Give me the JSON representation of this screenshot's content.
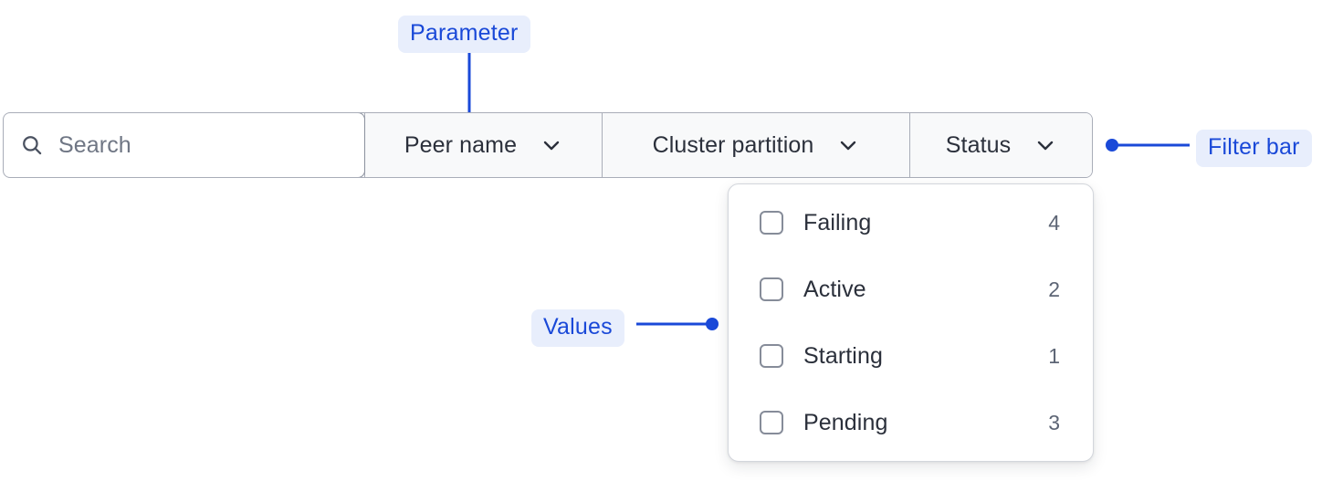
{
  "filter_bar": {
    "search": {
      "icon": "search-icon",
      "placeholder": "Search",
      "value": ""
    },
    "segments": [
      {
        "label": "Peer name",
        "icon": "chevron-down-icon",
        "expanded": false
      },
      {
        "label": "Cluster partition",
        "icon": "chevron-down-icon",
        "expanded": false
      },
      {
        "label": "Status",
        "icon": "chevron-down-icon",
        "expanded": true
      }
    ]
  },
  "values_panel": {
    "owner": "Status",
    "items": [
      {
        "label": "Failing",
        "count": "4",
        "checked": false
      },
      {
        "label": "Active",
        "count": "2",
        "checked": false
      },
      {
        "label": "Starting",
        "count": "1",
        "checked": false
      },
      {
        "label": "Pending",
        "count": "3",
        "checked": false
      }
    ]
  },
  "annotations": [
    {
      "label": "Parameter",
      "target": "peer-name-segment"
    },
    {
      "label": "Values",
      "target": "values-panel"
    },
    {
      "label": "Filter bar",
      "target": "filter-bar"
    }
  ],
  "colors": {
    "annotation_text": "#1a49d8",
    "annotation_chip_bg": "#e8eefc",
    "annotation_line": "#1a49d8",
    "bar_border": "#a9adb8",
    "bar_segment_bg": "#f8f9fa",
    "text_primary": "#2b303b",
    "text_muted": "#6f7684",
    "panel_bg": "#ffffff"
  }
}
